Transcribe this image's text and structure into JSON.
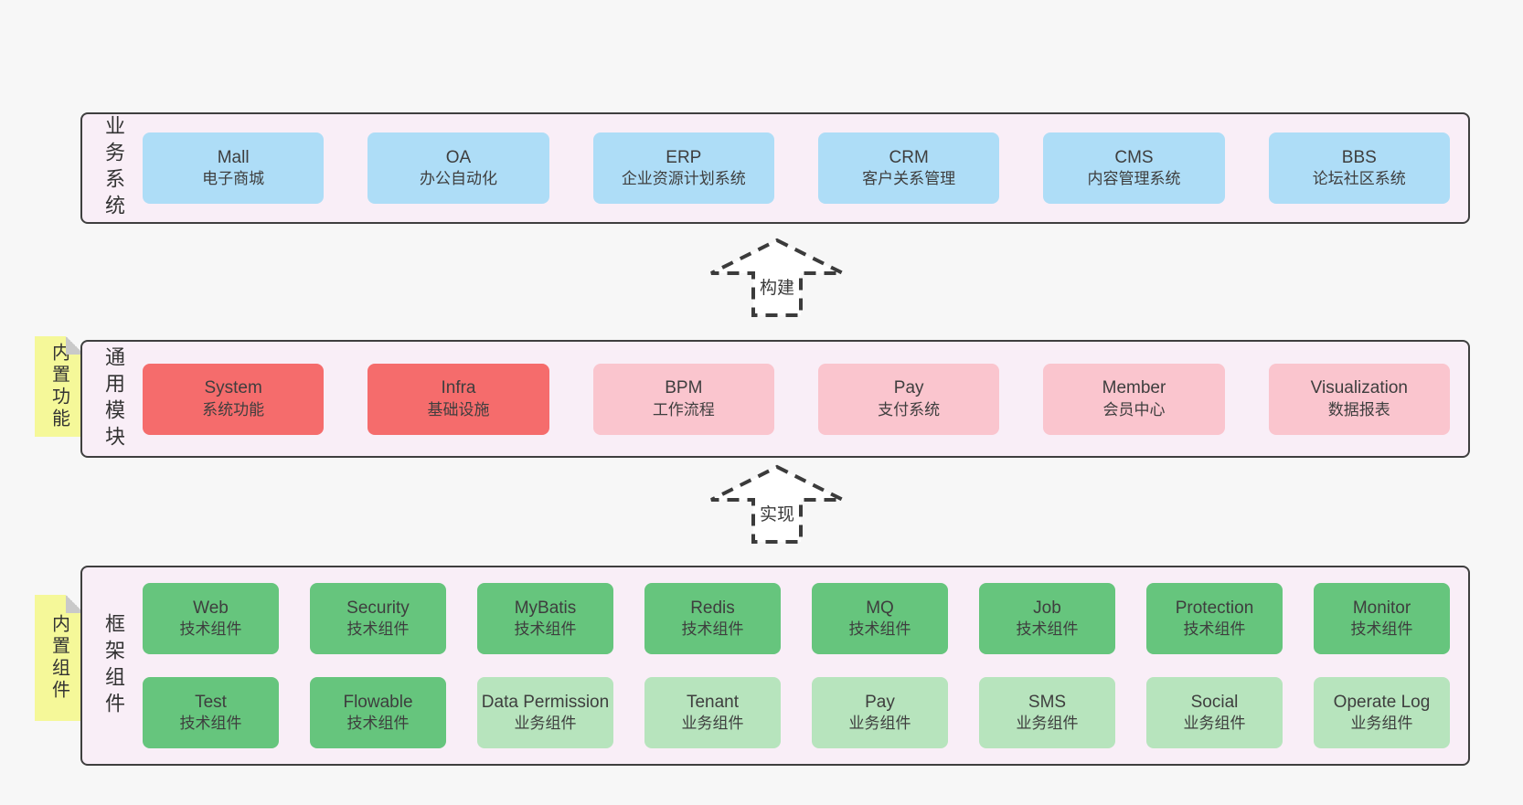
{
  "colors": {
    "pageBg": "#f7f7f7",
    "bandBg": "#f9eef7",
    "bandBorder": "#3f3f3f",
    "blue": "#aeddf7",
    "red": "#f56c6c",
    "pink": "#fac5ce",
    "green": "#66c57d",
    "lightgreen": "#b7e4bd",
    "sticky": "#f5f899",
    "stickyFold": "#c9c9c9",
    "text": "#3e3e3e",
    "arrowStroke": "#3b3b3b"
  },
  "arrows": [
    {
      "label": "构建"
    },
    {
      "label": "实现"
    }
  ],
  "bands": [
    {
      "label": "业务系统",
      "rows": [
        [
          {
            "en": "Mall",
            "zh": "电子商城"
          },
          {
            "en": "OA",
            "zh": "办公自动化"
          },
          {
            "en": "ERP",
            "zh": "企业资源计划系统"
          },
          {
            "en": "CRM",
            "zh": "客户关系管理"
          },
          {
            "en": "CMS",
            "zh": "内容管理系统"
          },
          {
            "en": "BBS",
            "zh": "论坛社区系统"
          }
        ]
      ]
    },
    {
      "label": "通用模块",
      "sticky": "内置功能",
      "rows": [
        [
          {
            "en": "System",
            "zh": "系统功能"
          },
          {
            "en": "Infra",
            "zh": "基础设施"
          },
          {
            "en": "BPM",
            "zh": "工作流程"
          },
          {
            "en": "Pay",
            "zh": "支付系统"
          },
          {
            "en": "Member",
            "zh": "会员中心"
          },
          {
            "en": "Visualization",
            "zh": "数据报表"
          }
        ]
      ]
    },
    {
      "label": "框架组件",
      "sticky": "内置组件",
      "rows": [
        [
          {
            "en": "Web",
            "zh": "技术组件"
          },
          {
            "en": "Security",
            "zh": "技术组件"
          },
          {
            "en": "MyBatis",
            "zh": "技术组件"
          },
          {
            "en": "Redis",
            "zh": "技术组件"
          },
          {
            "en": "MQ",
            "zh": "技术组件"
          },
          {
            "en": "Job",
            "zh": "技术组件"
          },
          {
            "en": "Protection",
            "zh": "技术组件"
          },
          {
            "en": "Monitor",
            "zh": "技术组件"
          }
        ],
        [
          {
            "en": "Test",
            "zh": "技术组件"
          },
          {
            "en": "Flowable",
            "zh": "技术组件"
          },
          {
            "en": "Data Permission",
            "zh": "业务组件"
          },
          {
            "en": "Tenant",
            "zh": "业务组件"
          },
          {
            "en": "Pay",
            "zh": "业务组件"
          },
          {
            "en": "SMS",
            "zh": "业务组件"
          },
          {
            "en": "Social",
            "zh": "业务组件"
          },
          {
            "en": "Operate Log",
            "zh": "业务组件"
          }
        ]
      ]
    }
  ]
}
